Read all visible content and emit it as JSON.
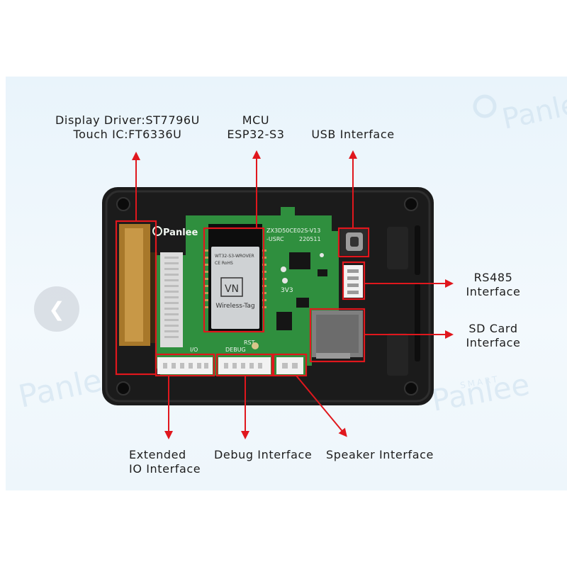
{
  "watermark": {
    "brand": "Panlee",
    "sub": "SMART"
  },
  "callouts": {
    "display": {
      "line1": "Display Driver:ST7796U",
      "line2": "Touch IC:FT6336U"
    },
    "mcu": {
      "line1": "MCU",
      "line2": "ESP32-S3"
    },
    "usb": {
      "line1": "USB Interface"
    },
    "rs485": {
      "line1": "RS485",
      "line2": "Interface"
    },
    "sdcard": {
      "line1": "SD Card",
      "line2": "Interface"
    },
    "extended_io": {
      "line1": "Extended",
      "line2": "IO Interface"
    },
    "debug": {
      "line1": "Debug Interface"
    },
    "speaker": {
      "line1": "Speaker Interface"
    }
  },
  "board": {
    "logo": "Panlee",
    "model": "ZX3D50CE02S-V13",
    "usbc": "-USRC",
    "date": "220511",
    "module_name": "WT32-S3-WROVER",
    "module_marks": "CE RoHS",
    "module_brand": "Wireless-Tag",
    "silk_3v3": "3V3",
    "silk_rst": "RST",
    "silk_debug": "DEBUG",
    "silk_io": "I/O"
  },
  "colors": {
    "annotation": "#e0171d",
    "pcb": "#2f8f3e",
    "case": "#1b1b1b",
    "background": "#eaf4fb"
  },
  "icons": {
    "nav_prev": "chevron-left-icon"
  }
}
